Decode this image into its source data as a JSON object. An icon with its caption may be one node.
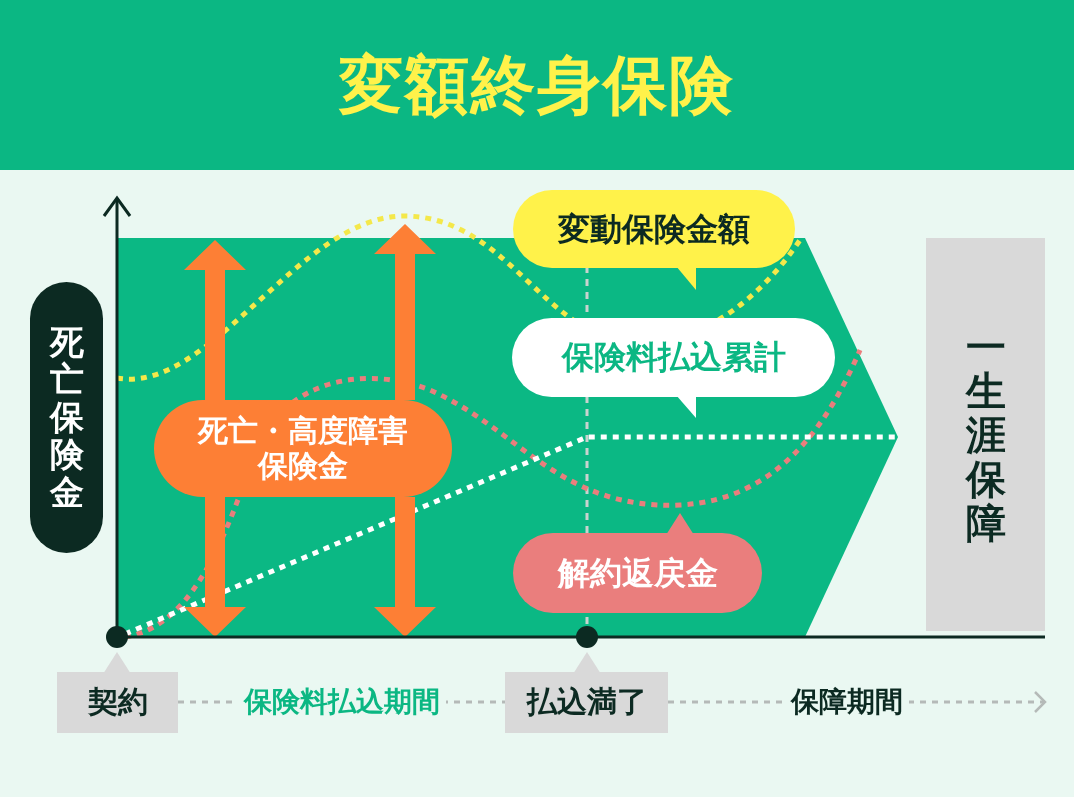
{
  "diagram": {
    "title": "変額終身保険",
    "nodes": [
      {
        "text": [
          "死亡保険金"
        ]
      },
      {
        "text": [
          "一生涯保障"
        ]
      },
      {
        "text": [
          "変動保険金額"
        ]
      },
      {
        "text": [
          "保険料払込累計"
        ]
      },
      {
        "text": [
          "死亡・高度障害保険金"
        ]
      },
      {
        "text": [
          "解約返戻金"
        ]
      },
      {
        "text": [
          "契約"
        ]
      },
      {
        "text": [
          "払込満了"
        ]
      }
    ],
    "edges": [
      {
        "from": 6,
        "to": 7,
        "arrow": "none",
        "label": "保険料払込期間",
        "style": "dashed"
      },
      {
        "from": 7,
        "to": null,
        "arrow": "to",
        "label": "保障期間",
        "style": "dashed"
      }
    ]
  }
}
